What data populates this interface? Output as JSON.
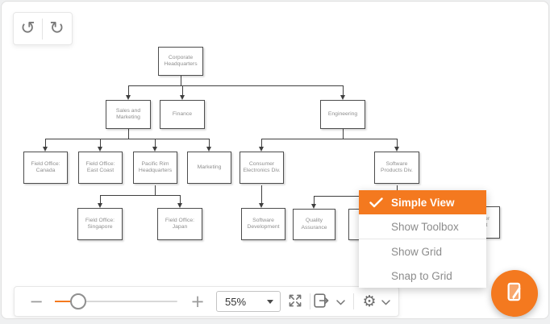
{
  "accent_color": "#F4791F",
  "glyphs": {
    "undo": "↺",
    "redo": "↻",
    "minus": "−",
    "plus": "+",
    "gear": "⚙"
  },
  "icons": {
    "undo": "undo-arrow",
    "redo": "redo-arrow",
    "fullscreen": "expand-arrows",
    "export": "export-page",
    "settings": "gear",
    "fab": "edit-document",
    "menu_check": "checkmark",
    "zoom_caret": "dropdown-caret"
  },
  "diagram": {
    "nodes": [
      {
        "label": "Corporate Headquarters"
      },
      {
        "label": "Sales and Marketing"
      },
      {
        "label": "Finance"
      },
      {
        "label": "Engineering"
      },
      {
        "label": "Field Office: Canada"
      },
      {
        "label": "Field Office: East Coast"
      },
      {
        "label": "Pacific Rim Headquarters"
      },
      {
        "label": "Marketing"
      },
      {
        "label": "Consumer Electronics Div."
      },
      {
        "label": "Software Products Div."
      },
      {
        "label": "Field Office: Singapore"
      },
      {
        "label": "Field Office: Japan"
      },
      {
        "label": "Software Development"
      },
      {
        "label": "Quality Assurance"
      },
      {
        "label": ""
      },
      {
        "label": "Customer Support"
      }
    ]
  },
  "context_menu": {
    "items": [
      {
        "label": "Simple View",
        "checked": true
      },
      {
        "label": "Show Toolbox",
        "checked": false
      },
      {
        "label": "Show Grid",
        "checked": false
      },
      {
        "label": "Snap to Grid",
        "checked": false
      }
    ]
  },
  "bottom_toolbar": {
    "zoom_value": "55%"
  }
}
